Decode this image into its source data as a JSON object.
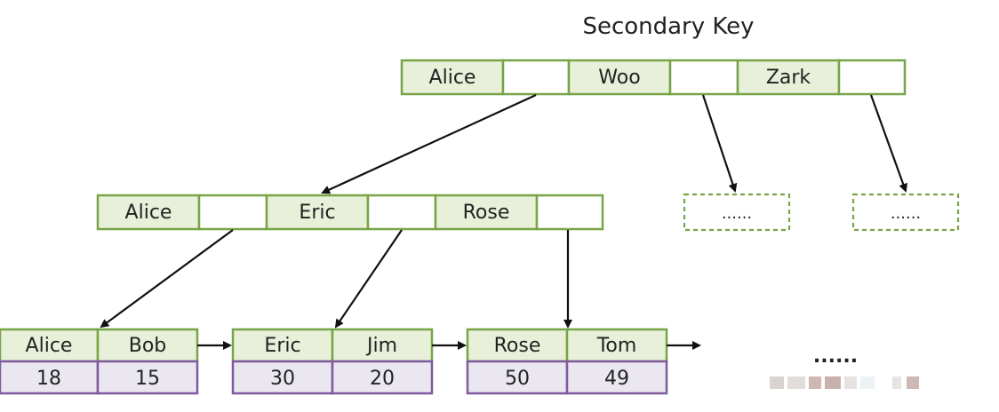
{
  "title": "Secondary Key",
  "root": {
    "keys": [
      "Alice",
      "Woo",
      "Zark"
    ]
  },
  "internal": {
    "keys": [
      "Alice",
      "Eric",
      "Rose"
    ]
  },
  "placeholders": [
    "......",
    "......"
  ],
  "leaves": [
    {
      "keys": [
        "Alice",
        "Bob"
      ],
      "values": [
        "18",
        "15"
      ]
    },
    {
      "keys": [
        "Eric",
        "Jim"
      ],
      "values": [
        "30",
        "20"
      ]
    },
    {
      "keys": [
        "Rose",
        "Tom"
      ],
      "values": [
        "50",
        "49"
      ]
    }
  ],
  "trailing_ellipsis": "......",
  "colors": {
    "key_fill": "#e9f0d9",
    "key_stroke": "#77a446",
    "value_fill": "#ebe7f1",
    "value_stroke": "#7f5aa0",
    "arrow": "#111111"
  }
}
